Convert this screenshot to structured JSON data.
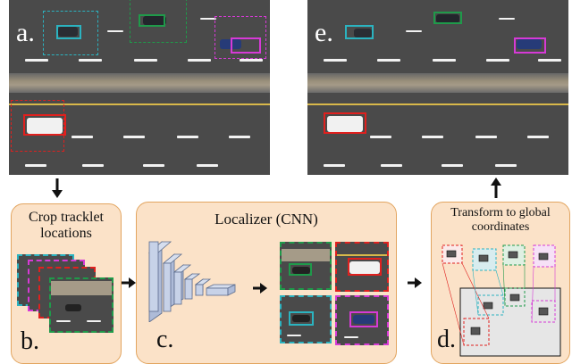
{
  "panels": {
    "a": {
      "letter": "a."
    },
    "e": {
      "letter": "e."
    },
    "b": {
      "letter": "b.",
      "title": "Crop tracklet locations"
    },
    "c": {
      "letter": "c.",
      "title": "Localizer (CNN)"
    },
    "d": {
      "letter": "d.",
      "title": "Transform to global coordinates"
    }
  },
  "colors": {
    "cyan": "#2bb3c0",
    "green": "#1f9a4a",
    "magenta": "#d63ad6",
    "red": "#e0201e",
    "panel_fill": "#fbe2c8",
    "panel_border": "#e2a560",
    "road": "#4a4a4a"
  }
}
